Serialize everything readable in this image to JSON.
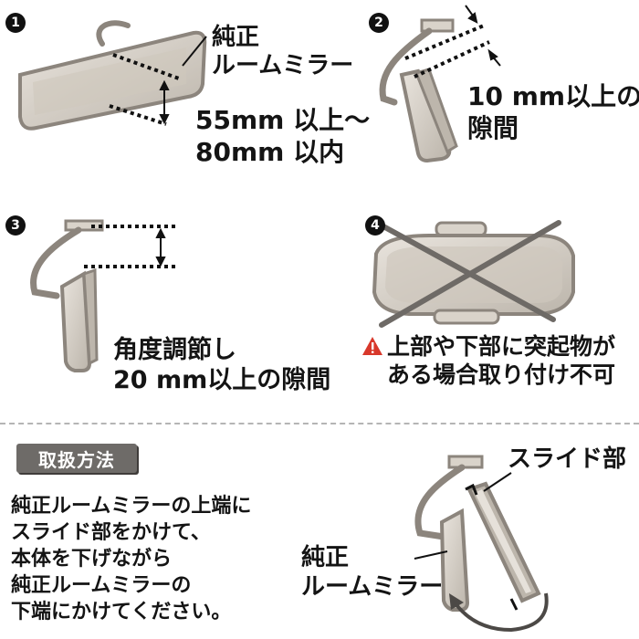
{
  "steps": [
    {
      "number": "1",
      "label": "純正\nルームミラー",
      "note": "55mm 以上～\n80mm 以内"
    },
    {
      "number": "2",
      "note": "10 mm以上の\n隙間"
    },
    {
      "number": "3",
      "note": "角度調節し\n20 mm以上の隙間"
    },
    {
      "number": "4",
      "warning_icon": "warning-icon",
      "note": "上部や下部に突起物が\nある場合取り付け不可"
    }
  ],
  "instructions": {
    "badge": "取扱方法",
    "lines": [
      "純正ルームミラーの上端に",
      "スライド部をかけて、",
      "本体を下げながら",
      "純正ルームミラーの",
      "下端にかけてください。"
    ],
    "slide_label": "スライド部",
    "mirror_label": "純正\nルームミラー"
  },
  "colors": {
    "mirror_fill": "#d9d3ca",
    "mirror_stroke": "#8c857d",
    "accent_warning": "#d8382b",
    "badge": "#6e6b68"
  }
}
